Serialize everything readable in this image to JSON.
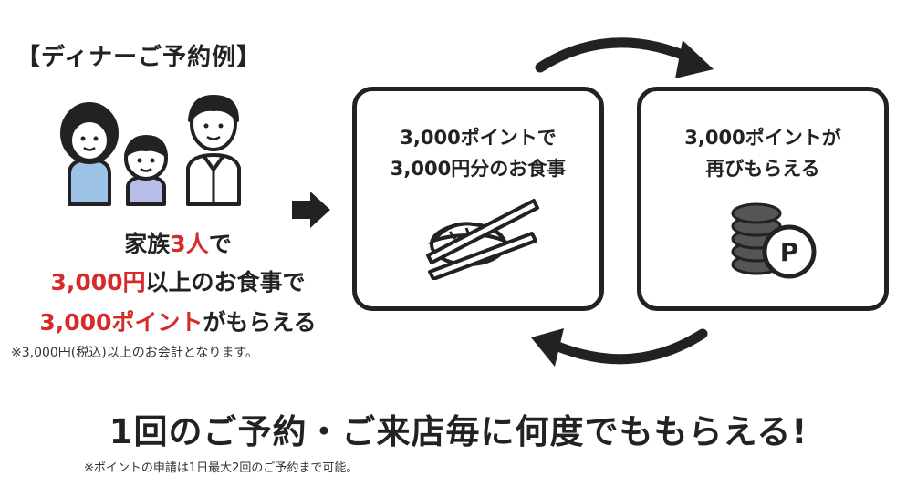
{
  "header": {
    "title": "【ディナーご予約例】"
  },
  "offer": {
    "line1": {
      "a": "家族",
      "b": "3人",
      "c": "で"
    },
    "line2": {
      "a": "3,000円",
      "b": "以上のお食事で"
    },
    "line3": {
      "a": "3,000ポイント",
      "b": "がもらえる"
    },
    "note": "※3,000円(税込)以上のお会計となります。"
  },
  "cycle": {
    "box1": {
      "line1": "3,000ポイントで",
      "line2": "3,000円分のお食事"
    },
    "box2": {
      "line1": "3,000ポイントが",
      "line2": "再びもらえる"
    },
    "coin_letter": "P"
  },
  "footer": {
    "headline": "1回のご予約・ご来店毎に何度でももらえる!",
    "note": "※ポイントの申請は1日最大2回のご予約まで可能。"
  },
  "colors": {
    "accent": "#d62b2b",
    "ink": "#222222",
    "shirt_blue": "#9cc3e6",
    "shirt_lavender": "#b8bde8"
  }
}
